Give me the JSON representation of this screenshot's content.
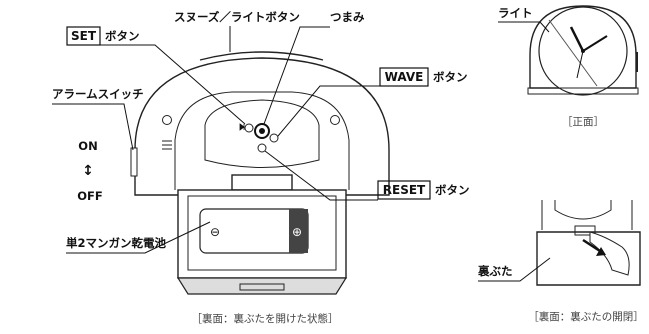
{
  "labels": {
    "set_key": "SET",
    "set_suffix": "ボタン",
    "snooze_light": "スヌーズ／ライトボタン",
    "knob": "つまみ",
    "wave_key": "WAVE",
    "wave_suffix": "ボタン",
    "alarm_switch": "アラームスイッチ",
    "on": "ON",
    "off": "OFF",
    "reset_key": "RESET",
    "reset_suffix": "ボタン",
    "battery": "単2マンガン乾電池",
    "light": "ライト",
    "back_lid": "裏ぶた"
  },
  "captions": {
    "front": "［正面］",
    "back_open": "［裏面：裏ぶたを開けた状態］",
    "lid_opening": "［裏面：裏ぶたの開閉］"
  },
  "icons": {
    "up_down_arrow": "↕",
    "battery_minus": "⊖",
    "battery_plus": "⊕"
  }
}
